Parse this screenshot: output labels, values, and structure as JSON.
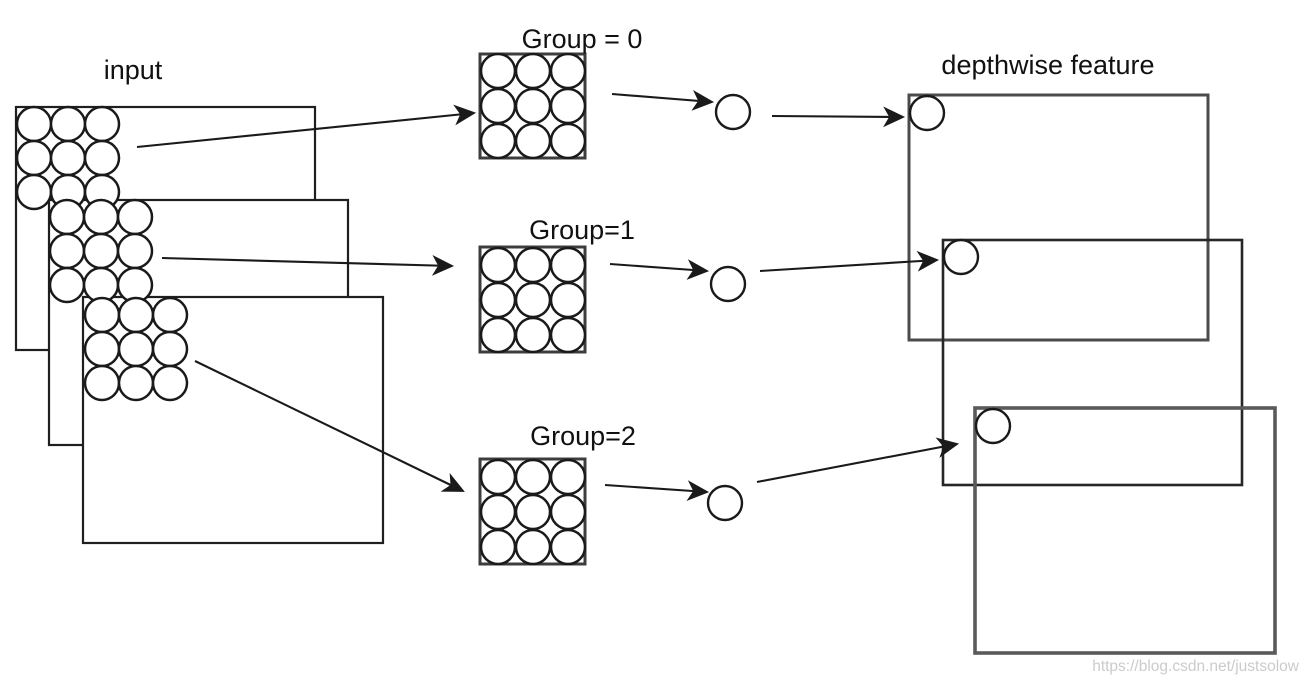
{
  "labels": {
    "input": "input",
    "group_0": "Group = 0",
    "group_1": "Group=1",
    "group_2": "Group=2",
    "output": "depthwise feature"
  },
  "watermark": "https://blog.csdn.net/justsolow",
  "colors": {
    "line": "#1a1a1a",
    "feature_border_gray": "#4b4b4b",
    "watermark": "#cbcbcb",
    "background": "#ffffff"
  },
  "structure": {
    "type": "diagram",
    "topic": "grouped depthwise convolution",
    "input_maps": 3,
    "input_patch_grid": "3x3",
    "kernels": [
      {
        "label": "Group = 0",
        "grid": "3x3"
      },
      {
        "label": "Group=1",
        "grid": "3x3"
      },
      {
        "label": "Group=2",
        "grid": "3x3"
      }
    ],
    "output_values_per_group": 1,
    "output_maps": 3
  }
}
